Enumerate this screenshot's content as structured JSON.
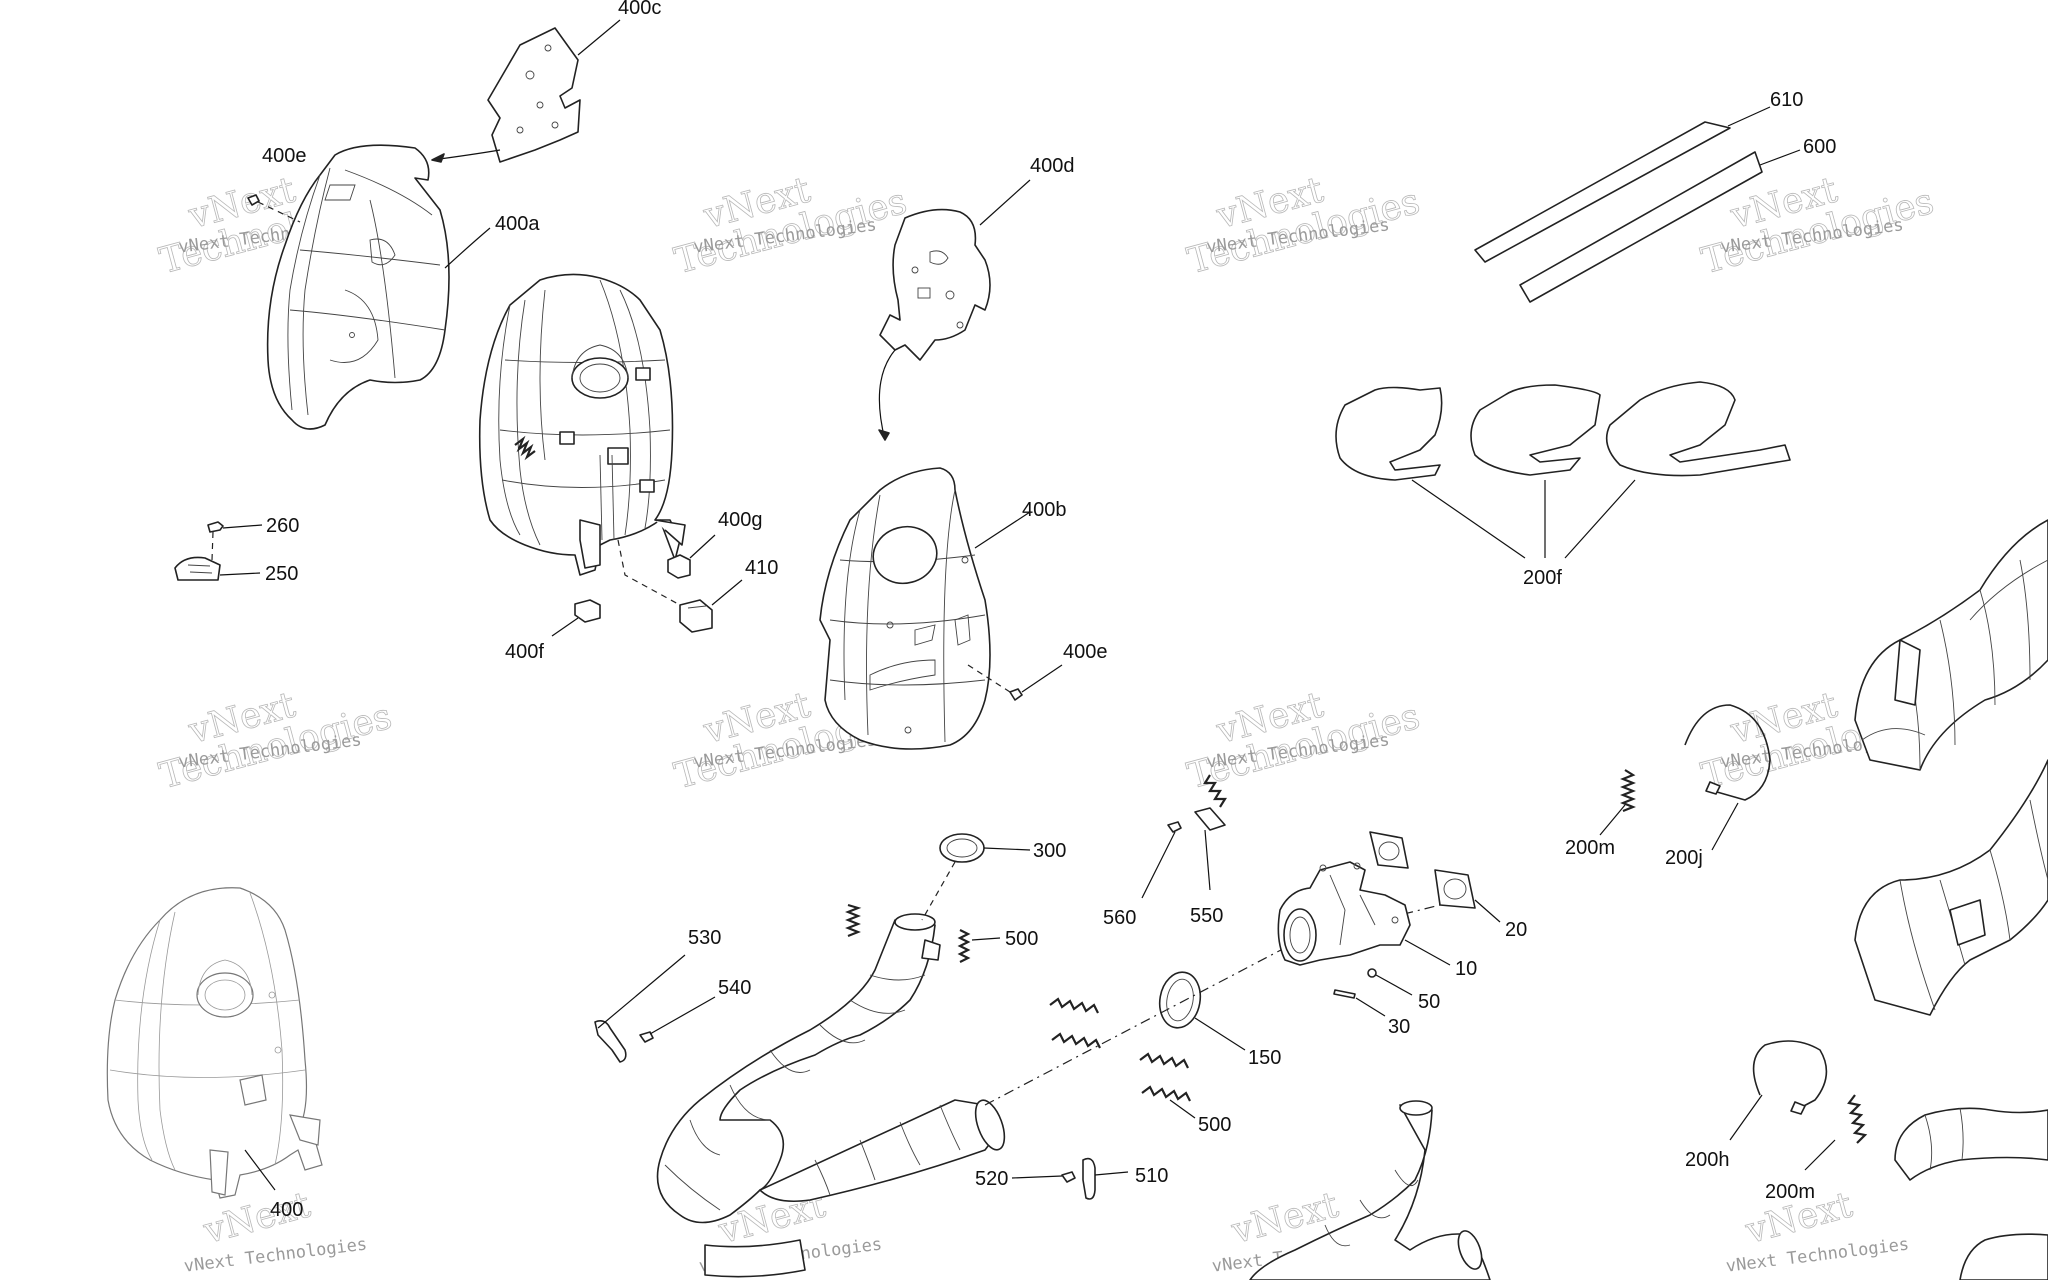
{
  "labels": {
    "p400c": "400c",
    "p400e_top": "400e",
    "p400a": "400a",
    "p400d": "400d",
    "p610": "610",
    "p600": "600",
    "p260": "260",
    "p250": "250",
    "p400g": "400g",
    "p410": "410",
    "p400f": "400f",
    "p400b": "400b",
    "p400e_mid": "400e",
    "p200f": "200f",
    "p300": "300",
    "p500_top": "500",
    "p530": "530",
    "p540": "540",
    "p560": "560",
    "p550": "550",
    "p20": "20",
    "p10": "10",
    "p50": "50",
    "p30": "30",
    "p150": "150",
    "p500_bottom": "500",
    "p520": "520",
    "p510": "510",
    "p400": "400",
    "p200m_top": "200m",
    "p200j": "200j",
    "p200h": "200h",
    "p200m_bottom": "200m"
  },
  "watermark": {
    "line1": "vNext",
    "line2": "Technologies",
    "small": "vNext Technologies"
  },
  "colors": {
    "line": "#222222",
    "watermark": "#b8b8b8",
    "background": "#ffffff"
  }
}
